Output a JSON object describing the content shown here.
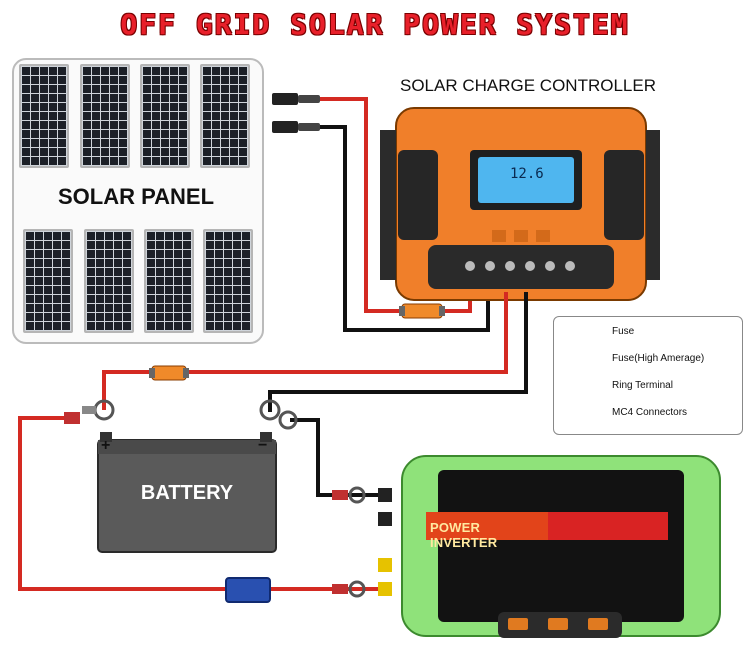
{
  "title": "OFF GRID SOLAR POWER SYSTEM",
  "solar_panel": {
    "label": "SOLAR PANEL",
    "module_count": 8
  },
  "controller": {
    "label": "SOLAR CHARGE CONTROLLER",
    "lcd_reading": "12.6"
  },
  "battery": {
    "label": "BATTERY",
    "plus": "+",
    "minus": "−"
  },
  "inverter": {
    "label": "POWER INVERTER"
  },
  "legend": {
    "items": [
      {
        "label": "Fuse",
        "icon": "fuse-icon"
      },
      {
        "label": "Fuse(High Amerage)",
        "icon": "high-amp-fuse-icon"
      },
      {
        "label": "Ring Terminal",
        "icon": "ring-terminal-icon"
      },
      {
        "label": "MC4 Connectors",
        "icon": "mc4-connector-icon"
      }
    ]
  },
  "colors": {
    "title": "#e8202a",
    "wire_positive": "#d42a22",
    "wire_negative": "#111111",
    "controller_body": "#f07f2a",
    "inverter_frame": "#8fe27a",
    "fuse": "#f08a2a",
    "high_amp_fuse": "#2950b0",
    "battery_body": "#5a5a5a"
  }
}
